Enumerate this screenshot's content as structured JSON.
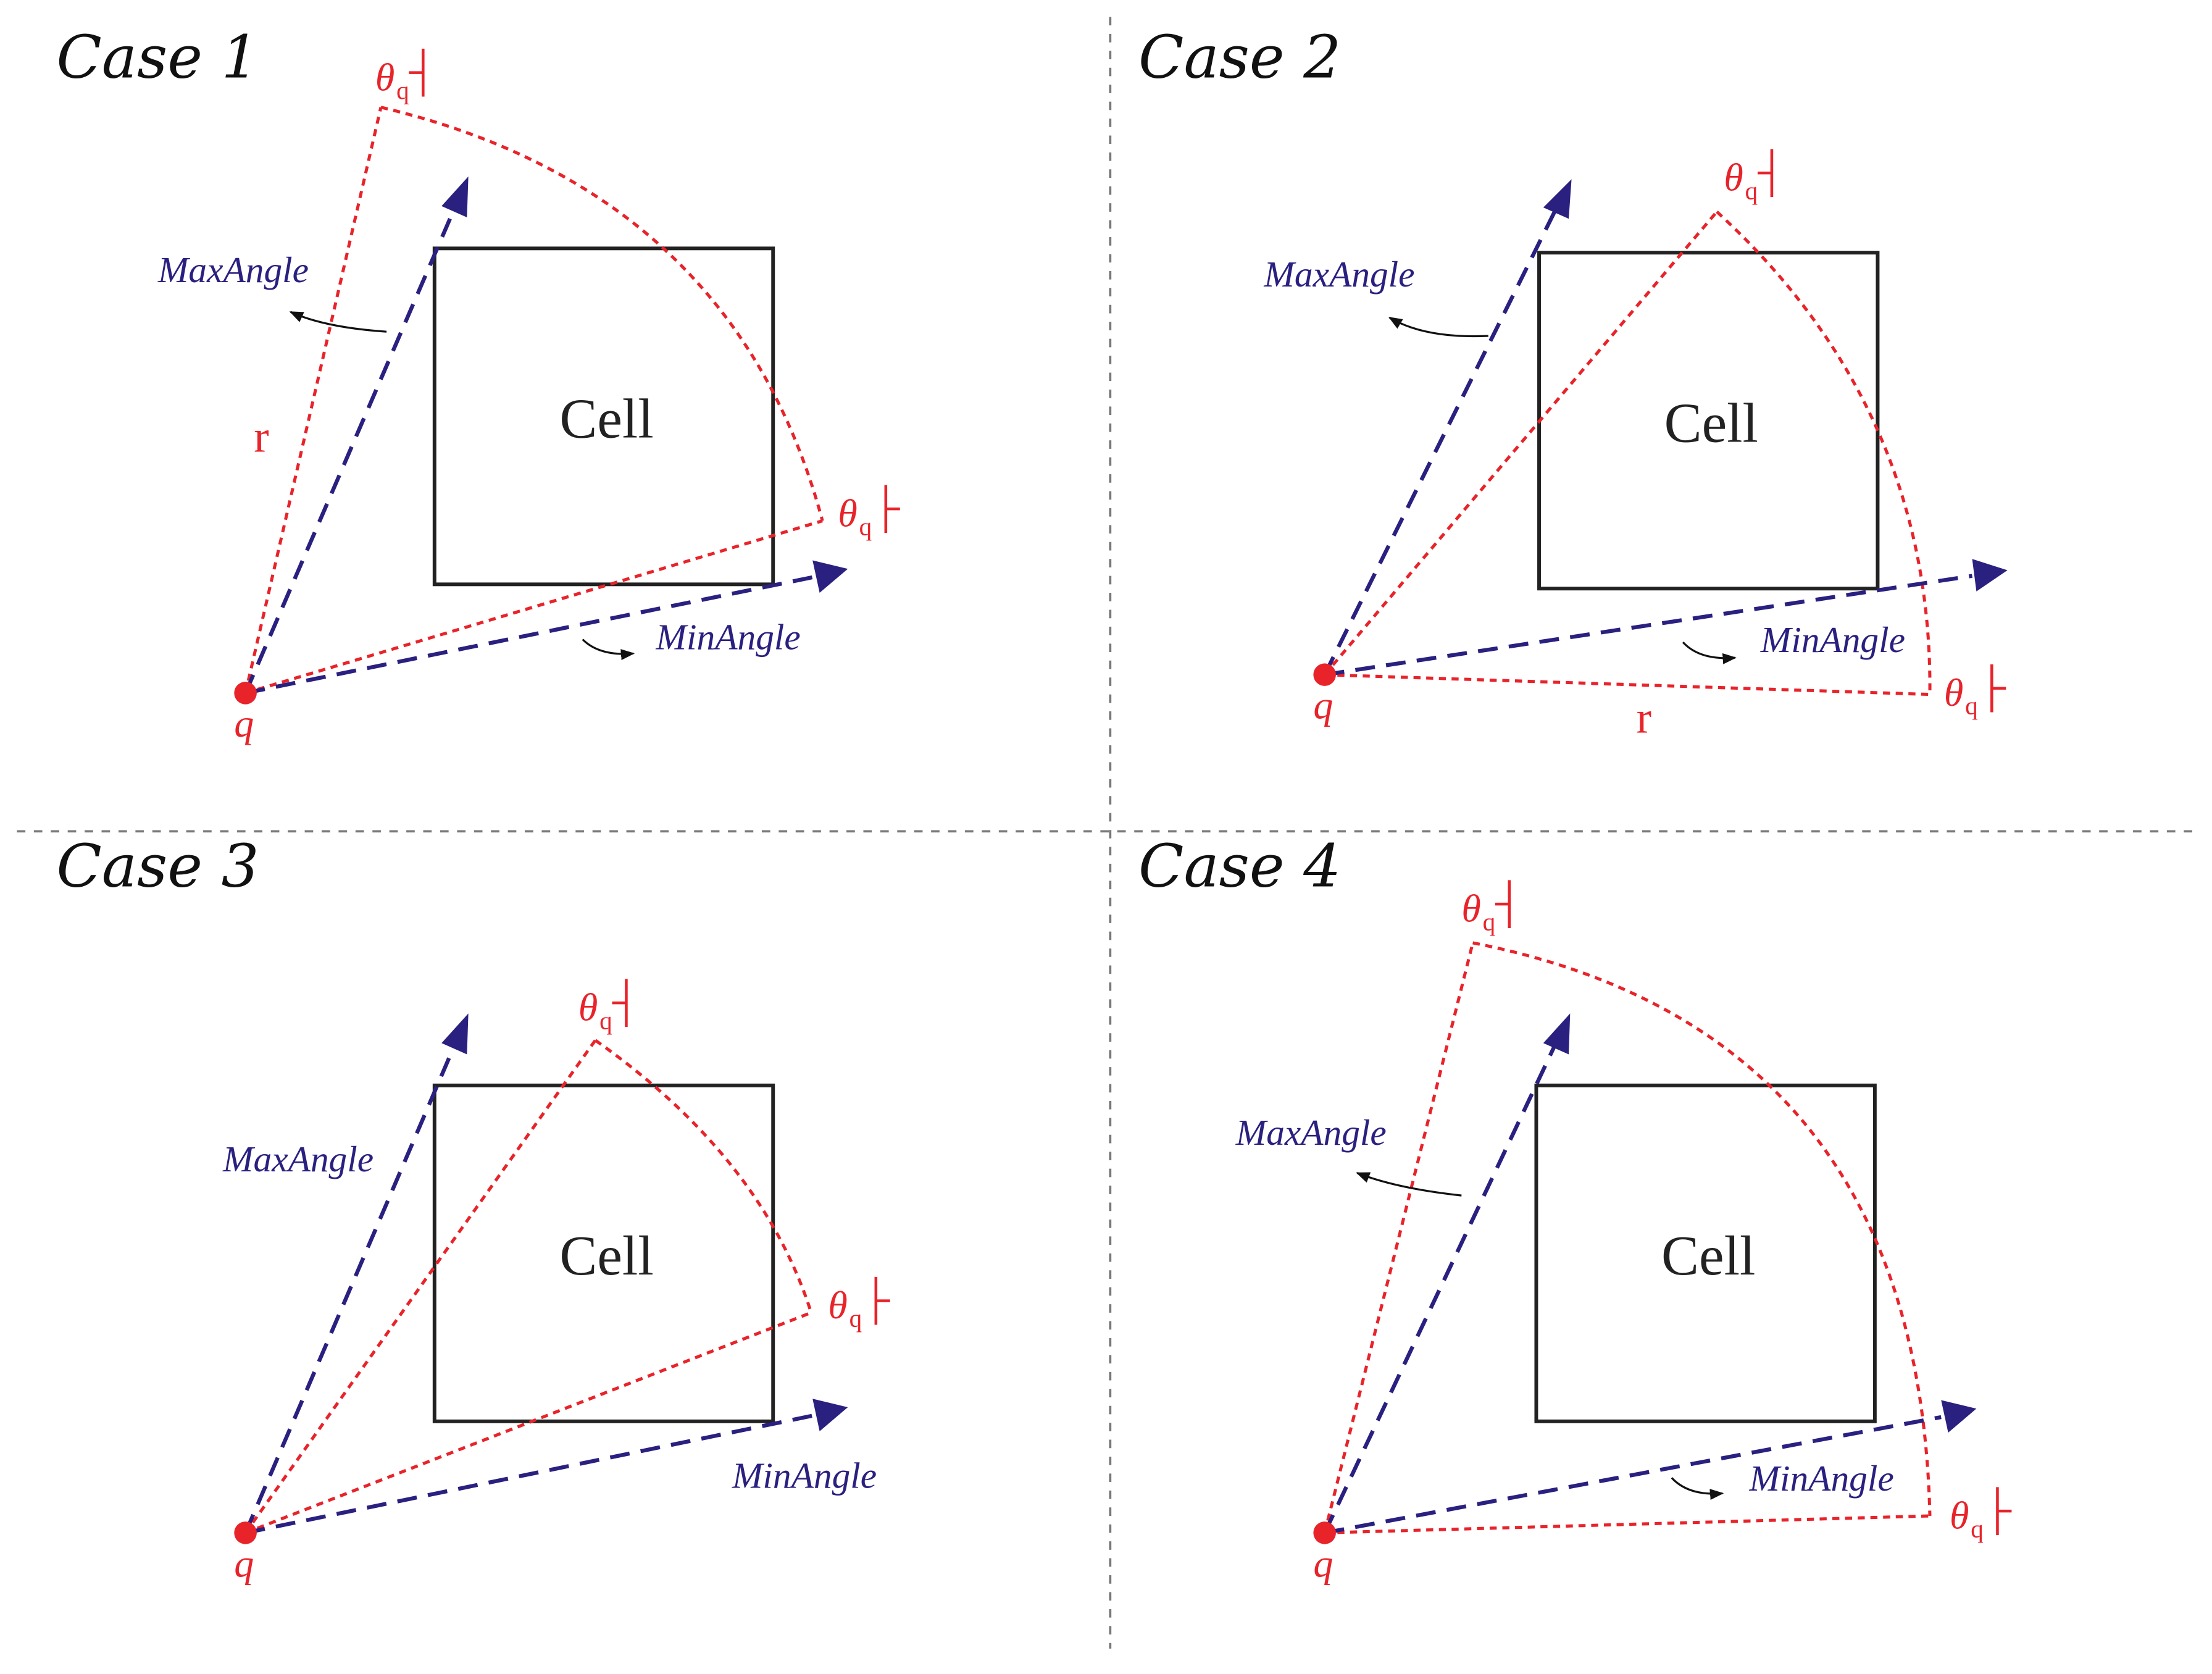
{
  "cases": [
    {
      "title": "Case 1",
      "cell": "Cell",
      "max_label": "MaxAngle",
      "min_label": "MinAngle",
      "q_label": "q",
      "theta_symbol": "θ",
      "theta_sub": "q",
      "theta_upper_mark": "┤",
      "theta_lower_mark": "├",
      "r_label": "r"
    },
    {
      "title": "Case 2",
      "cell": "Cell",
      "max_label": "MaxAngle",
      "min_label": "MinAngle",
      "q_label": "q",
      "theta_symbol": "θ",
      "theta_sub": "q",
      "theta_upper_mark": "┤",
      "theta_lower_mark": "├",
      "r_label": "r"
    },
    {
      "title": "Case 3",
      "cell": "Cell",
      "max_label": "MaxAngle",
      "min_label": "MinAngle",
      "q_label": "q",
      "theta_symbol": "θ",
      "theta_sub": "q",
      "theta_upper_mark": "┤",
      "theta_lower_mark": "├"
    },
    {
      "title": "Case 4",
      "cell": "Cell",
      "max_label": "MaxAngle",
      "min_label": "MinAngle",
      "q_label": "q",
      "theta_symbol": "θ",
      "theta_sub": "q",
      "theta_upper_mark": "┤",
      "theta_lower_mark": "├"
    }
  ],
  "colors": {
    "red": "#e8232a",
    "blue": "#2a2080",
    "black": "#222222",
    "divider": "#777777"
  }
}
